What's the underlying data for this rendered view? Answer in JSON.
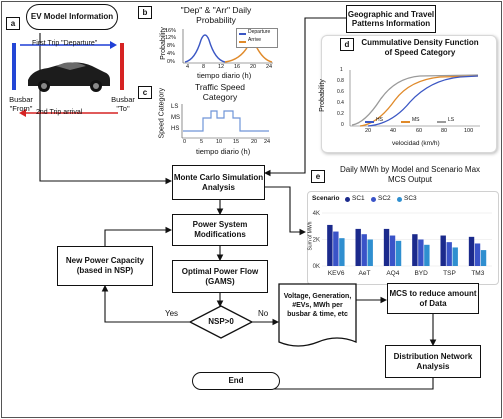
{
  "ev_model": {
    "tag": "a",
    "title": "EV Model Information",
    "first_trip": "First Trip \"Departure\"",
    "second_trip": "2nd Trip arrival",
    "busbar_from": "Busbar \"From\"",
    "busbar_to": "Busbar \"To\""
  },
  "panel_b": {
    "tag": "b",
    "title": "\"Dep\" & \"Arr\" Daily Probability",
    "ylabel": "Probability",
    "xlabel": "tiempo diario (h)",
    "y_ticks": [
      "16%",
      "12%",
      "8%",
      "4%",
      "0%"
    ],
    "x_ticks": [
      "4",
      "8",
      "12",
      "16",
      "20",
      "24"
    ],
    "legend": [
      "Departure",
      "Arrive"
    ],
    "colors": {
      "departure": "#3b57c4",
      "arrive": "#e08a2a"
    }
  },
  "panel_c": {
    "tag": "c",
    "title": "Traffic Speed Category",
    "ylabel": "Speed Category",
    "xlabel": "tiempo diario (h)",
    "y_ticks": [
      "LS",
      "MS",
      "HS"
    ],
    "x_ticks": [
      "0",
      "5",
      "10",
      "15",
      "20",
      "24"
    ],
    "color": "#6f95d8"
  },
  "geo": {
    "title": "Geographic and Travel Patterns Information"
  },
  "panel_d": {
    "tag": "d",
    "title": "Cummulative Density Function of Speed Category",
    "ylabel": "Probability",
    "xlabel": "velocidad (km/h)",
    "y_ticks": [
      "1",
      "0.8",
      "0.6",
      "0.4",
      "0.2",
      "0"
    ],
    "x_ticks": [
      "20",
      "40",
      "60",
      "80",
      "100"
    ],
    "legend": [
      "HS",
      "MS",
      "LS"
    ],
    "colors": {
      "HS": "#3b57c4",
      "MS": "#e08a2a",
      "LS": "#9a9a9a"
    }
  },
  "panel_e": {
    "tag": "e",
    "title": "Daily MWh by Model and Scenario Max MCS Output",
    "legend_title": "Scenario",
    "ylabel": "Sum of MWh"
  },
  "chart_data": {
    "type": "bar",
    "title": "Daily MWh by Model and Scenario Max MCS Output",
    "legend_title": "Scenario",
    "ylabel": "Sum of MWh",
    "categories": [
      "KEV6",
      "AeT",
      "AQ4",
      "BYD",
      "TSP",
      "TM3"
    ],
    "y_ticks": [
      "4K",
      "2K",
      "0K"
    ],
    "ylim": [
      0,
      4000
    ],
    "series": [
      {
        "name": "SC1",
        "color": "#1b2a8c",
        "values": [
          3100,
          2800,
          2800,
          2400,
          2300,
          2200
        ]
      },
      {
        "name": "SC2",
        "color": "#3a53c8",
        "values": [
          2600,
          2400,
          2300,
          2000,
          1800,
          1700
        ]
      },
      {
        "name": "SC3",
        "color": "#2f8fd0",
        "values": [
          2100,
          2000,
          1900,
          1600,
          1400,
          1200
        ]
      }
    ]
  },
  "flow": {
    "monte_carlo": "Monte Carlo Simulation Analysis",
    "power_system": "Power System Modifications",
    "opf": "Optimal Power Flow (GAMS)",
    "new_capacity": "New Power Capacity (based in NSP)",
    "decision": "NSP>0",
    "yes": "Yes",
    "no": "No",
    "outputs": "Voltage, Generation, #EVs, MWh per busbar & time, etc",
    "mcs_reduce": "MCS to reduce amount of Data",
    "distribution": "Distribution Network Analysis",
    "end": "End"
  }
}
